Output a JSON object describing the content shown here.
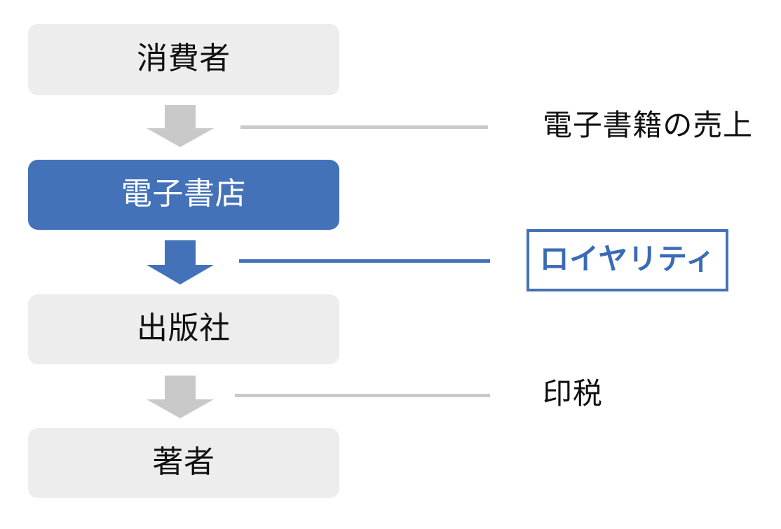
{
  "diagram": {
    "type": "flow",
    "orientation": "vertical",
    "title": "",
    "colors": {
      "node_gray_fill": "#EDEDED",
      "node_blue_fill": "#4472B8",
      "arrow_gray": "#C9C9C9",
      "arrow_blue": "#4472B8",
      "rule_gray": "#C9C9C9",
      "rule_blue": "#4472B8",
      "callout_border": "#4472B8",
      "callout_text": "#3A6BB5",
      "text_dark": "#111111",
      "text_light": "#FFFFFF",
      "background": "#FFFFFF"
    },
    "nodes": [
      {
        "id": "consumer",
        "label": "消費者",
        "style": "gray"
      },
      {
        "id": "store",
        "label": "電子書店",
        "style": "blue"
      },
      {
        "id": "publisher",
        "label": "出版社",
        "style": "gray"
      },
      {
        "id": "author",
        "label": "著者",
        "style": "gray"
      }
    ],
    "flows": [
      {
        "id": "flow-1",
        "from": "consumer",
        "to": "store",
        "label": "電子書籍の売上",
        "style": "gray",
        "highlighted": false
      },
      {
        "id": "flow-2",
        "from": "store",
        "to": "publisher",
        "label": "ロイヤリティ",
        "style": "blue",
        "highlighted": true
      },
      {
        "id": "flow-3",
        "from": "publisher",
        "to": "author",
        "label": "印税",
        "style": "gray",
        "highlighted": false
      }
    ],
    "icons": {
      "arrow_1": "arrow-down-icon",
      "arrow_2": "arrow-down-icon",
      "arrow_3": "arrow-down-icon"
    }
  }
}
